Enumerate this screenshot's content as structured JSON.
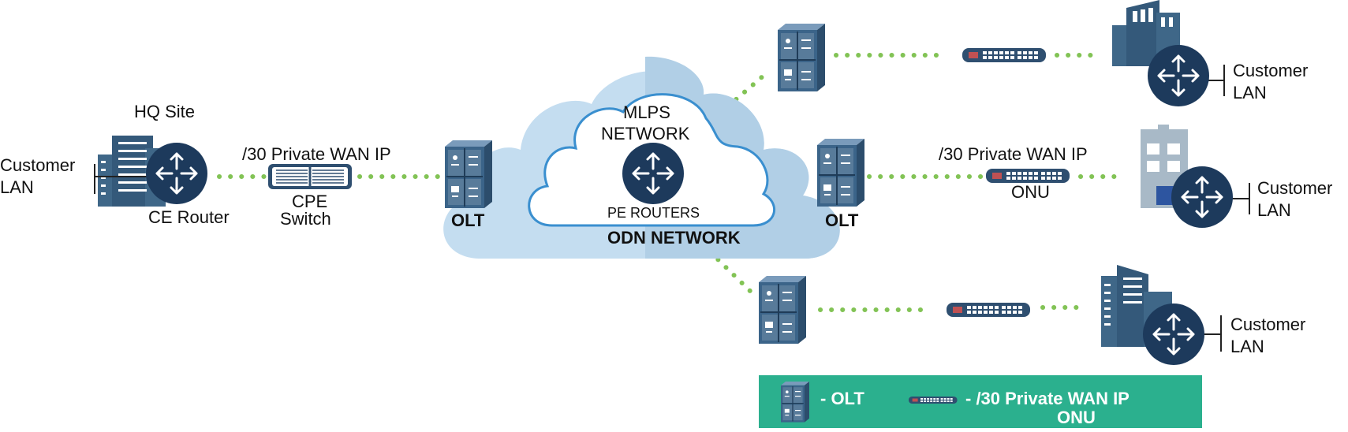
{
  "colors": {
    "router": "#1d3a5c",
    "building": "#3f6788",
    "olt": "#3b6489",
    "onu": "#2f4f70",
    "link": "#82c355",
    "cloud_outer": "#c4ddf0",
    "cloud_inner_stroke": "#3a8fcf",
    "legend_bg": "#2bb08e"
  },
  "hq": {
    "site_label": "HQ Site",
    "customer_lan": [
      "Customer",
      "LAN"
    ],
    "router_label": "CE Router",
    "wan_label": "/30 Private WAN IP",
    "switch_label": [
      "CPE",
      "Switch"
    ]
  },
  "olt_left_label": "OLT",
  "olt_right_label": "OLT",
  "cloud": {
    "mpls_label": [
      "MLPS",
      "NETWORK"
    ],
    "pe_label": "PE ROUTERS",
    "odn_label": "ODN NETWORK"
  },
  "branches": {
    "top": {
      "customer_lan": [
        "Customer",
        "LAN"
      ]
    },
    "middle": {
      "wan_label": "/30 Private WAN IP",
      "onu_label": "ONU",
      "customer_lan": [
        "Customer",
        "LAN"
      ]
    },
    "bottom": {
      "customer_lan": [
        "Customer",
        "LAN"
      ]
    }
  },
  "legend": {
    "olt_text": "- OLT",
    "onu_text_line1": "- /30 Private WAN IP",
    "onu_text_line2": "ONU"
  },
  "icons": [
    "router-icon",
    "office-building-icon",
    "olt-rack-icon",
    "onu-device-icon",
    "cpe-switch-icon",
    "cloud-icon"
  ]
}
